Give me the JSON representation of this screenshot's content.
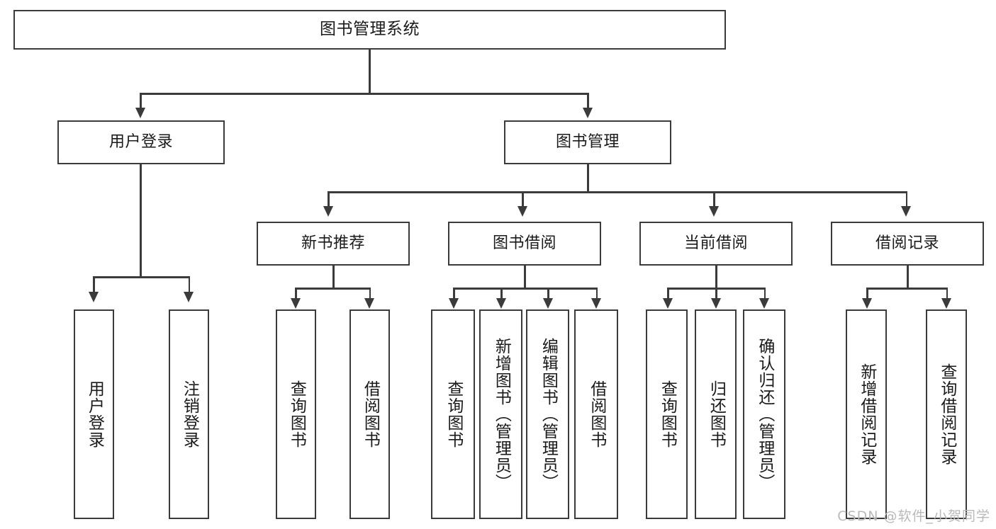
{
  "diagram": {
    "title": "图书管理系统",
    "type": "tree-hierarchy-diagram",
    "root": {
      "label": "图书管理系统"
    },
    "level2": [
      {
        "label": "用户登录"
      },
      {
        "label": "图书管理"
      }
    ],
    "level3": [
      {
        "label": "新书推荐"
      },
      {
        "label": "图书借阅"
      },
      {
        "label": "当前借阅"
      },
      {
        "label": "借阅记录"
      }
    ],
    "leaves": {
      "user_login": [
        {
          "label": "用户登录"
        },
        {
          "label": "注销登录"
        }
      ],
      "new_book_recommend": [
        {
          "label": "查询图书"
        },
        {
          "label": "借阅图书"
        }
      ],
      "book_borrow": [
        {
          "label": "查询图书"
        },
        {
          "label": "新增图书（管理员）"
        },
        {
          "label": "编辑图书（管理员）"
        },
        {
          "label": "借阅图书"
        }
      ],
      "current_borrow": [
        {
          "label": "查询图书"
        },
        {
          "label": "归还图书"
        },
        {
          "label": "确认归还（管理员）"
        }
      ],
      "borrow_record": [
        {
          "label": "新增借阅记录"
        },
        {
          "label": "查询借阅记录"
        }
      ]
    }
  },
  "watermark": {
    "text": "CSDN @软件_小贺同学"
  },
  "colors": {
    "stroke": "#3b3b3b",
    "background": "#ffffff",
    "text": "#1a1a1a",
    "watermark": "#b9b9b9"
  }
}
